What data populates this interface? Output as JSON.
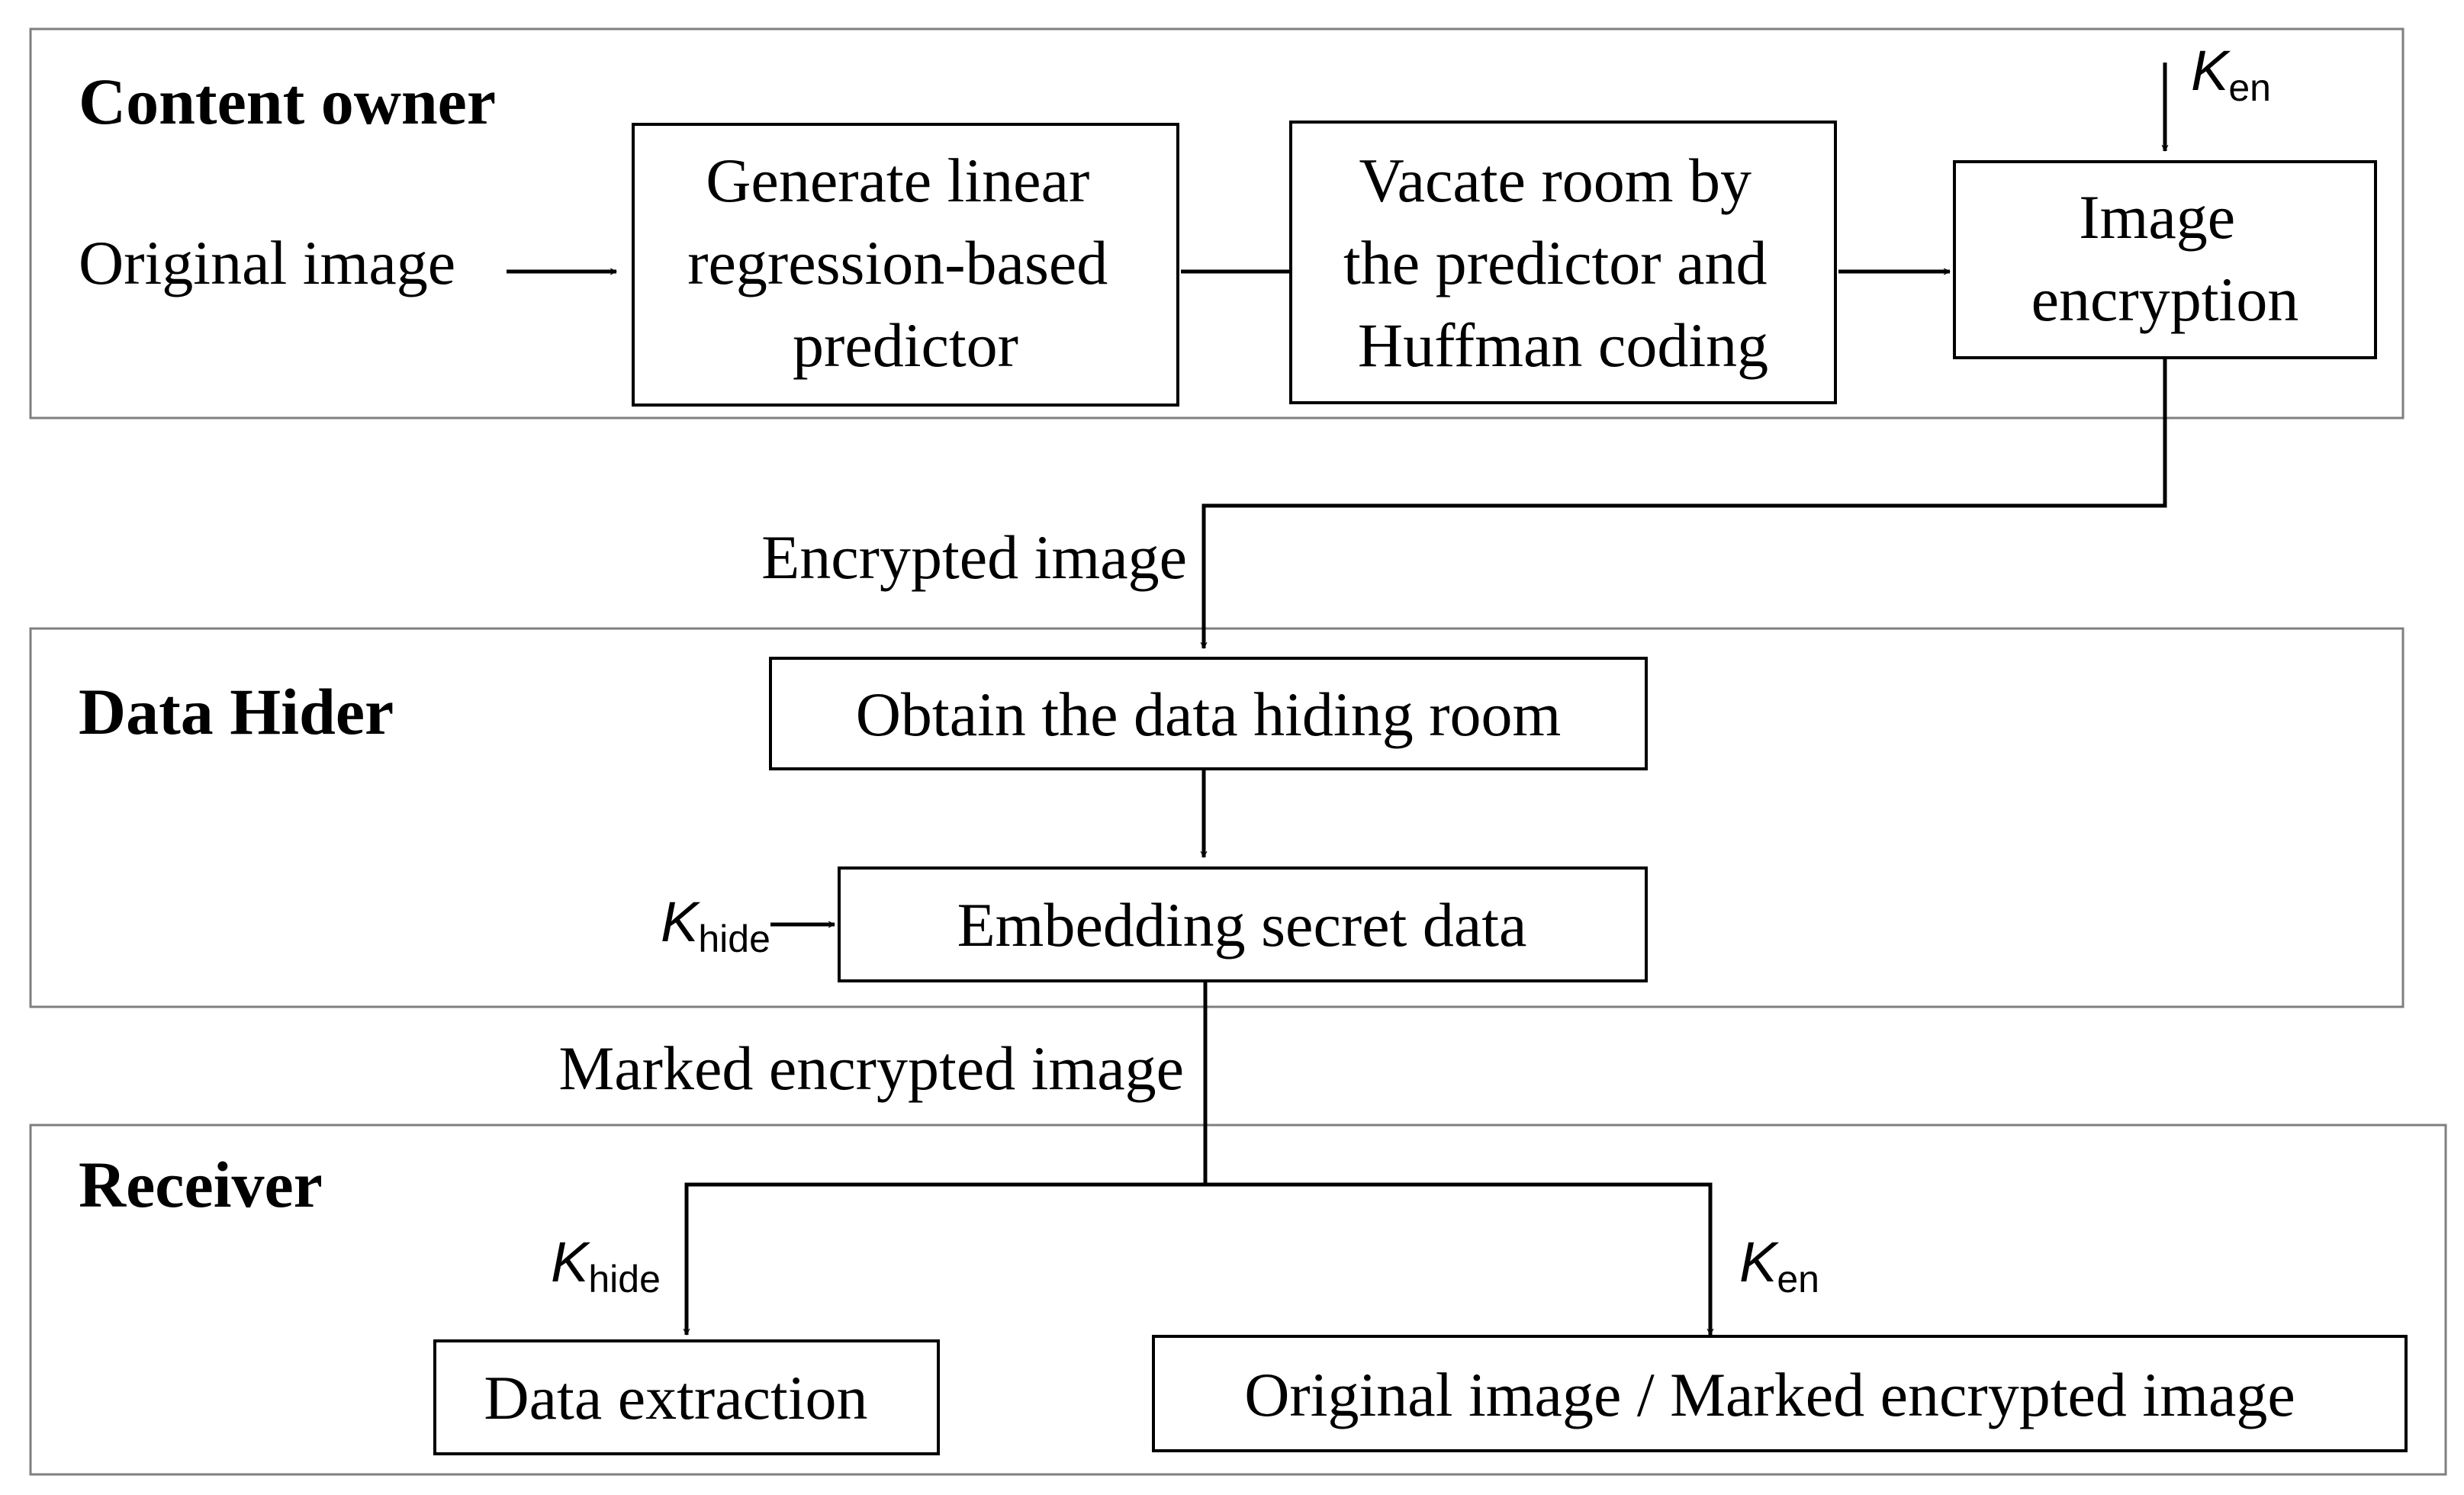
{
  "sections": {
    "content_owner": "Content owner",
    "data_hider": "Data Hider",
    "receiver": "Receiver"
  },
  "inputs": {
    "original_image": "Original image"
  },
  "boxes": {
    "predictor": [
      "Generate linear",
      "regression-based",
      "predictor"
    ],
    "vacate": [
      "Vacate room by",
      "the predictor and",
      "Huffman coding"
    ],
    "encryption": [
      "Image",
      "encryption"
    ],
    "obtain_room": "Obtain the data hiding room",
    "embedding": "Embedding secret data",
    "extraction": "Data extraction",
    "recovery": "Original image / Marked encrypted image"
  },
  "edges": {
    "encrypted_image": "Encrypted image",
    "marked_encrypted_image": "Marked encrypted image"
  },
  "keys": {
    "symbol": "K",
    "en": "en",
    "hide": "hide"
  }
}
